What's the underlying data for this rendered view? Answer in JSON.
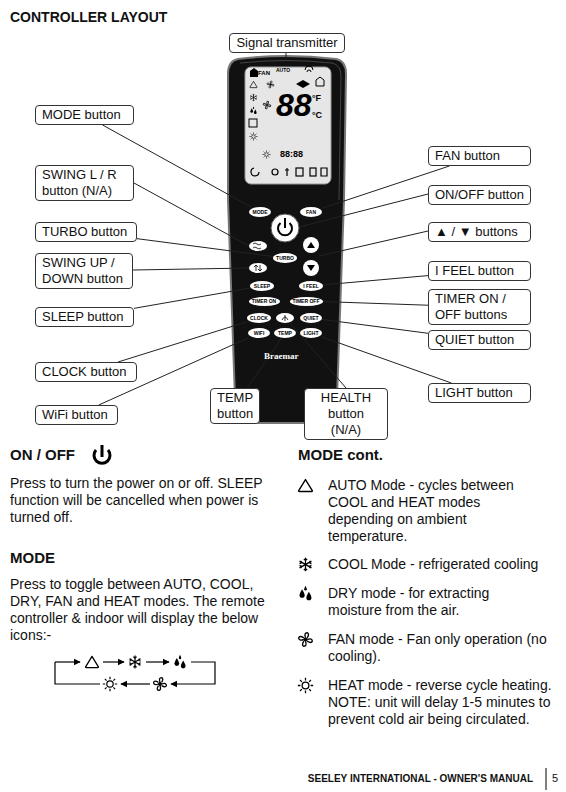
{
  "diagram": {
    "title": "CONTROLLER LAYOUT",
    "nodes": [
      {
        "text": [
          "Signal transmitter"
        ]
      },
      {
        "text": [
          "MODE button"
        ]
      },
      {
        "text": [
          "FAN button"
        ]
      },
      {
        "text": [
          "SWING L / R button (N/A)"
        ]
      },
      {
        "text": [
          "ON/OFF button"
        ]
      },
      {
        "text": [
          "MODE"
        ]
      },
      {
        "text": [
          "FAN"
        ]
      },
      {
        "text": [
          "TURBO button"
        ]
      },
      {
        "text": [
          "▲ / ▼ buttons"
        ]
      },
      {
        "text": [
          "SWING UP / DOWN button"
        ]
      },
      {
        "text": [
          "TURBO"
        ]
      },
      {
        "text": [
          "I FEEL button"
        ]
      },
      {
        "text": [
          "SLEEP"
        ]
      },
      {
        "text": [
          "I FEEL"
        ]
      },
      {
        "text": [
          "TIMER ON / OFF buttons"
        ]
      },
      {
        "text": [
          "SLEEP button"
        ]
      },
      {
        "text": [
          "TIMER ON"
        ]
      },
      {
        "text": [
          "TIMER OFF"
        ]
      },
      {
        "text": [
          "QUIET button"
        ]
      },
      {
        "text": [
          "CLOCK"
        ]
      },
      {
        "text": [
          "QUIET"
        ]
      },
      {
        "text": [
          "WIFI"
        ]
      },
      {
        "text": [
          "TEMP"
        ]
      },
      {
        "text": [
          "LIGHT"
        ]
      },
      {
        "text": [
          "CLOCK button"
        ]
      },
      {
        "text": [
          "LIGHT button"
        ]
      },
      {
        "text": [
          "TEMP button"
        ]
      },
      {
        "text": [
          "HEALTH button (N/A)"
        ]
      },
      {
        "text": [
          "WiFi button"
        ]
      }
    ],
    "edges": [
      {
        "from": 1,
        "to": 5,
        "arrow": "none"
      },
      {
        "from": 2,
        "to": 6,
        "arrow": "none"
      },
      {
        "from": 7,
        "to": 10,
        "arrow": "none"
      },
      {
        "from": 11,
        "to": 13,
        "arrow": "none"
      },
      {
        "from": 14,
        "to": 17,
        "arrow": "none"
      },
      {
        "from": 15,
        "to": 12,
        "arrow": "none"
      },
      {
        "from": 18,
        "to": 20,
        "arrow": "none"
      },
      {
        "from": 24,
        "to": 19,
        "arrow": "none"
      },
      {
        "from": 25,
        "to": 23,
        "arrow": "none"
      },
      {
        "from": 26,
        "to": 22,
        "arrow": "none"
      },
      {
        "from": 28,
        "to": 21,
        "arrow": "none"
      }
    ],
    "labels": [
      "FAN",
      "AUTO",
      "88",
      "°F",
      "°C",
      "88:88",
      "Braemar",
      "ON / OFF",
      "Press to turn the power on or off. SLEEP function will be cancelled when power is turned off.",
      "MODE",
      "Press to toggle between AUTO, COOL, DRY, FAN and HEAT modes. The remote controller & indoor will display the below icons:-",
      "MODE cont.",
      "AUTO Mode - cycles between COOL and HEAT modes depending on ambient temperature.",
      "COOL Mode - refrigerated cooling",
      "DRY mode - for extracting moisture from the air.",
      "FAN mode - Fan only operation (no cooling).",
      "HEAT mode - reverse cycle heating. NOTE: unit will delay 1-5 minutes to prevent cold air being circulated.",
      "SEELEY INTERNATIONAL - OWNER'S MANUAL",
      "5"
    ]
  }
}
